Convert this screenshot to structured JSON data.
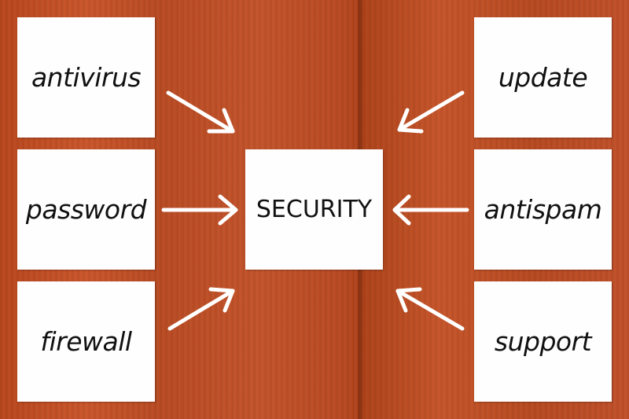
{
  "center": {
    "label": "SECURITY"
  },
  "left_terms": [
    {
      "label": "antivirus"
    },
    {
      "label": "password"
    },
    {
      "label": "firewall"
    }
  ],
  "right_terms": [
    {
      "label": "update"
    },
    {
      "label": "antispam"
    },
    {
      "label": "support"
    }
  ],
  "colors": {
    "card": "#fefefe",
    "text": "#111111",
    "arrow": "#ffffff",
    "wood": "#c0502a"
  }
}
